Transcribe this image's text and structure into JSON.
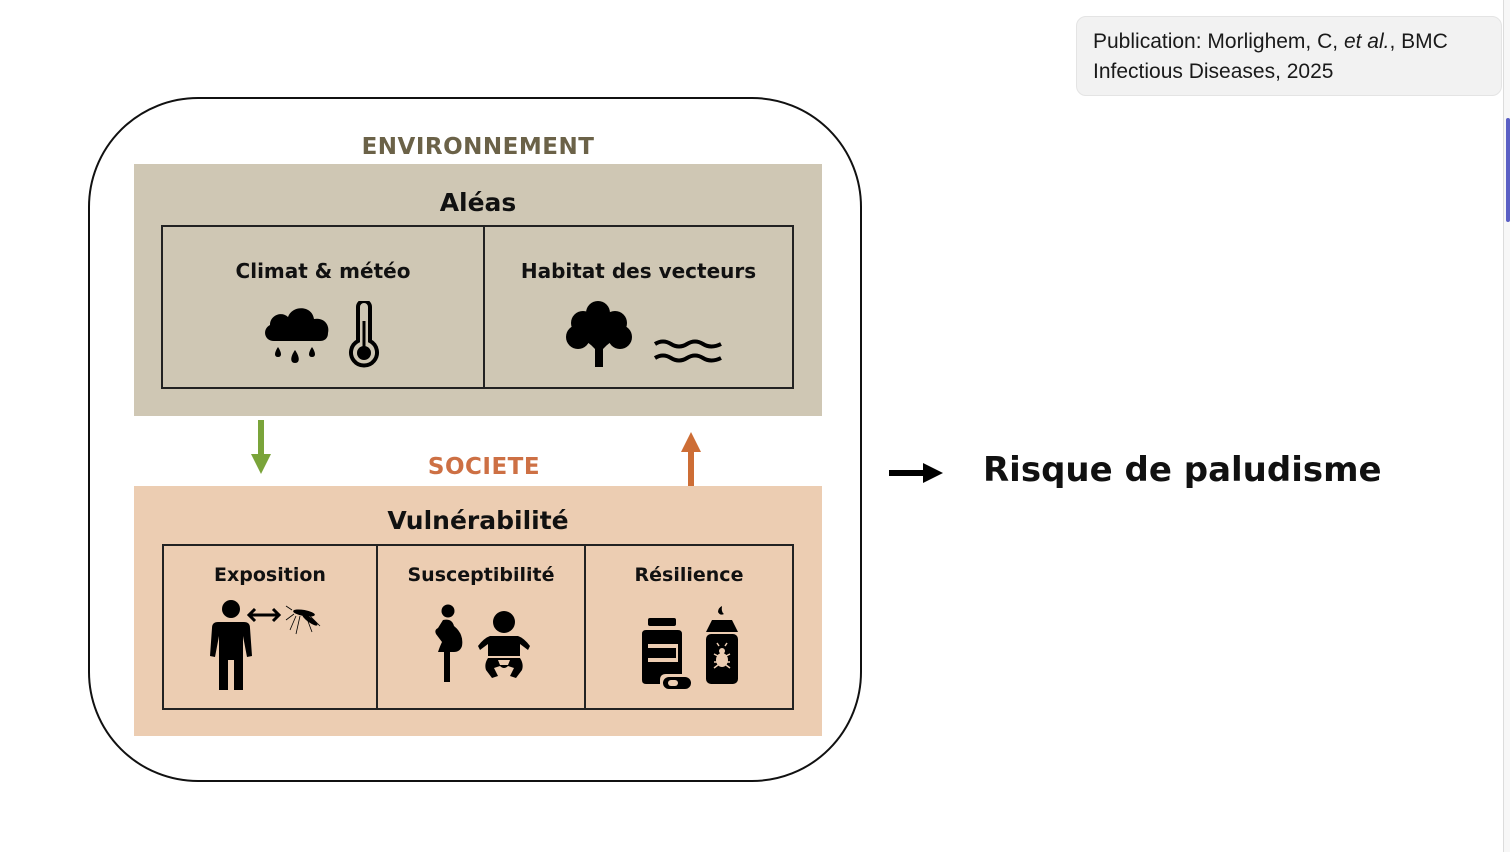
{
  "citation": {
    "prefix": "Publication: Morlighem, C, ",
    "italic": "et al.",
    "suffix": ", BMC Infectious Diseases, 2025"
  },
  "environment": {
    "section_title": "ENVIRONNEMENT",
    "heading": "Aléas",
    "color": "#cfc7b4",
    "title_color": "#6b6248",
    "cells": [
      {
        "label": "Climat & météo",
        "icons": [
          "rain-cloud-icon",
          "thermometer-icon"
        ]
      },
      {
        "label": "Habitat des vecteurs",
        "icons": [
          "tree-icon",
          "water-waves-icon"
        ]
      }
    ]
  },
  "society": {
    "section_title": "SOCIETE",
    "heading": "Vulnérabilité",
    "color": "#eccdb2",
    "title_color": "#cd7044",
    "cells": [
      {
        "label": "Exposition",
        "icons": [
          "person-icon",
          "double-arrow-icon",
          "mosquito-icon"
        ]
      },
      {
        "label": "Susceptibilité",
        "icons": [
          "pregnant-woman-icon",
          "baby-icon"
        ]
      },
      {
        "label": "Résilience",
        "icons": [
          "medicine-bottle-icon",
          "insecticide-spray-icon"
        ]
      }
    ]
  },
  "arrows": {
    "env_to_society_color": "#7aa43a",
    "society_to_env_color": "#cd6d35"
  },
  "outcome": {
    "label": "Risque de paludisme"
  }
}
